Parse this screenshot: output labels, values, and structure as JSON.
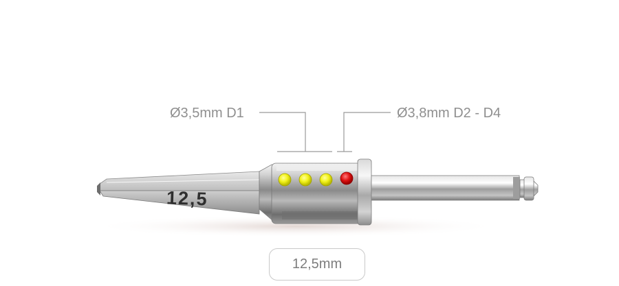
{
  "callouts": {
    "d1_label": "Ø3,5mm D1",
    "d2_label": "Ø3,8mm D2 - D4"
  },
  "drill": {
    "etched_length": "12,5",
    "depth_dots": [
      {
        "color": "#f2f21a"
      },
      {
        "color": "#f2f21a"
      },
      {
        "color": "#f2f21a"
      },
      {
        "color": "#e01414"
      }
    ]
  },
  "length_badge": {
    "label": "12,5mm"
  },
  "colors": {
    "callout_text": "#8f8f8f",
    "callout_line": "#9a9a9a",
    "badge_border": "#c9c9c9",
    "steel_light": "#eeeeee",
    "steel_dark": "#6e6e6e"
  }
}
